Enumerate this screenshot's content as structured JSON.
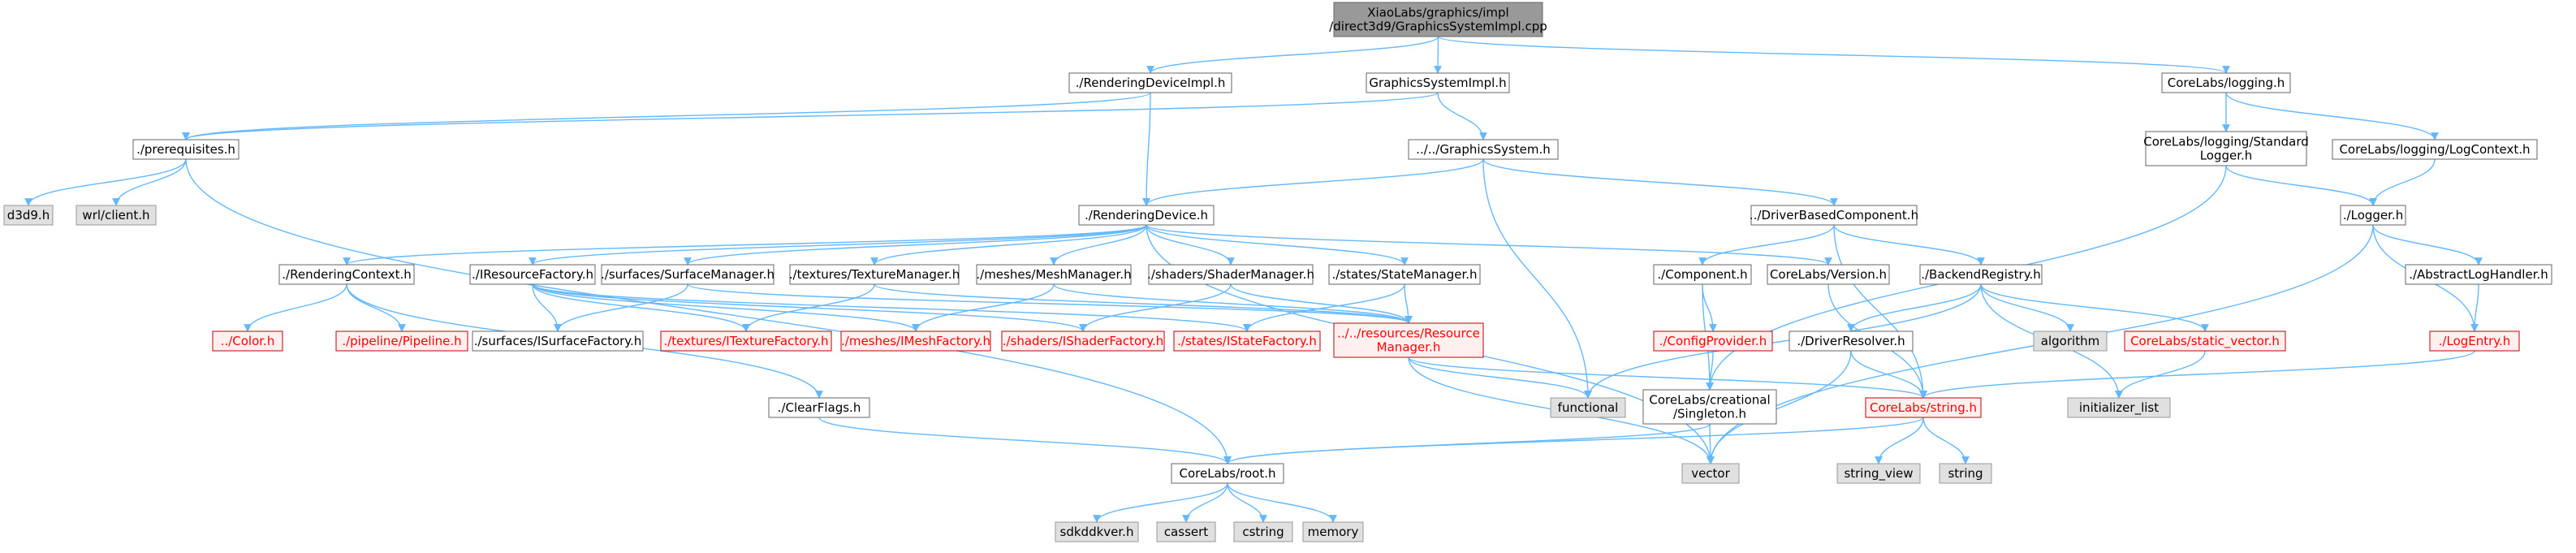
{
  "colors": {
    "edge": "#63b8ff",
    "root_fill": "#999999",
    "root_text": "#000000",
    "normal_fill": "#ffffff",
    "normal_stroke": "#666666",
    "normal_text": "#000000",
    "missing_fill": "#e0e0e0",
    "missing_stroke": "#999999",
    "missing_text": "#000000",
    "red_fill": "#fff0f0",
    "red_stroke": "#bf0000",
    "red_text": "#ff0000"
  },
  "nodes": {
    "root": {
      "lines": [
        "XiaoLabs/graphics/impl",
        "/direct3d9/GraphicsSystemImpl.cpp"
      ],
      "style": "root"
    },
    "rendering_device_impl": {
      "lines": [
        "./RenderingDeviceImpl.h"
      ],
      "style": "normal"
    },
    "graphics_system_impl": {
      "lines": [
        "GraphicsSystemImpl.h"
      ],
      "style": "normal"
    },
    "corelabs_logging": {
      "lines": [
        "CoreLabs/logging.h"
      ],
      "style": "normal"
    },
    "prerequisites": {
      "lines": [
        "./prerequisites.h"
      ],
      "style": "normal"
    },
    "graphics_system": {
      "lines": [
        "../../GraphicsSystem.h"
      ],
      "style": "normal"
    },
    "logging_standard_logger": {
      "lines": [
        "CoreLabs/logging/Standard",
        "Logger.h"
      ],
      "style": "normal"
    },
    "logging_log_context": {
      "lines": [
        "CoreLabs/logging/LogContext.h"
      ],
      "style": "normal"
    },
    "d3d9": {
      "lines": [
        "d3d9.h"
      ],
      "style": "missing"
    },
    "wrl_client": {
      "lines": [
        "wrl/client.h"
      ],
      "style": "missing"
    },
    "rendering_device": {
      "lines": [
        "./RenderingDevice.h"
      ],
      "style": "normal"
    },
    "driver_based_component": {
      "lines": [
        "../DriverBasedComponent.h"
      ],
      "style": "normal"
    },
    "logger": {
      "lines": [
        "./Logger.h"
      ],
      "style": "normal"
    },
    "rendering_context": {
      "lines": [
        "./RenderingContext.h"
      ],
      "style": "normal"
    },
    "iresource_factory": {
      "lines": [
        "./IResourceFactory.h"
      ],
      "style": "normal"
    },
    "surface_manager": {
      "lines": [
        "./surfaces/SurfaceManager.h"
      ],
      "style": "normal"
    },
    "texture_manager": {
      "lines": [
        "./textures/TextureManager.h"
      ],
      "style": "normal"
    },
    "mesh_manager": {
      "lines": [
        "./meshes/MeshManager.h"
      ],
      "style": "normal"
    },
    "shader_manager": {
      "lines": [
        "./shaders/ShaderManager.h"
      ],
      "style": "normal"
    },
    "state_manager": {
      "lines": [
        "./states/StateManager.h"
      ],
      "style": "normal"
    },
    "component": {
      "lines": [
        "./Component.h"
      ],
      "style": "normal"
    },
    "corelabs_version": {
      "lines": [
        "CoreLabs/Version.h"
      ],
      "style": "normal"
    },
    "backend_registry": {
      "lines": [
        "./BackendRegistry.h"
      ],
      "style": "normal"
    },
    "abstract_log_handler": {
      "lines": [
        "./AbstractLogHandler.h"
      ],
      "style": "normal"
    },
    "color": {
      "lines": [
        "../Color.h"
      ],
      "style": "red"
    },
    "pipeline": {
      "lines": [
        "./pipeline/Pipeline.h"
      ],
      "style": "red"
    },
    "isurface_factory": {
      "lines": [
        "./surfaces/ISurfaceFactory.h"
      ],
      "style": "normal"
    },
    "itexture_factory": {
      "lines": [
        "./textures/ITextureFactory.h"
      ],
      "style": "red"
    },
    "imesh_factory": {
      "lines": [
        "./meshes/IMeshFactory.h"
      ],
      "style": "red"
    },
    "ishader_factory": {
      "lines": [
        "./shaders/IShaderFactory.h"
      ],
      "style": "red"
    },
    "istate_factory": {
      "lines": [
        "./states/IStateFactory.h"
      ],
      "style": "red"
    },
    "resource_manager": {
      "lines": [
        "../../resources/Resource",
        "Manager.h"
      ],
      "style": "red"
    },
    "config_provider": {
      "lines": [
        "./ConfigProvider.h"
      ],
      "style": "red"
    },
    "driver_resolver": {
      "lines": [
        "./DriverResolver.h"
      ],
      "style": "normal"
    },
    "algorithm": {
      "lines": [
        "algorithm"
      ],
      "style": "missing"
    },
    "static_vector": {
      "lines": [
        "CoreLabs/static_vector.h"
      ],
      "style": "red"
    },
    "log_entry": {
      "lines": [
        "./LogEntry.h"
      ],
      "style": "red"
    },
    "clear_flags": {
      "lines": [
        "./ClearFlags.h"
      ],
      "style": "normal"
    },
    "functional": {
      "lines": [
        "functional"
      ],
      "style": "missing"
    },
    "creational_singleton": {
      "lines": [
        "CoreLabs/creational",
        "/Singleton.h"
      ],
      "style": "normal"
    },
    "corelabs_string": {
      "lines": [
        "CoreLabs/string.h"
      ],
      "style": "red"
    },
    "initializer_list": {
      "lines": [
        "initializer_list"
      ],
      "style": "missing"
    },
    "corelabs_root": {
      "lines": [
        "CoreLabs/root.h"
      ],
      "style": "normal"
    },
    "vector": {
      "lines": [
        "vector"
      ],
      "style": "missing"
    },
    "string_view": {
      "lines": [
        "string_view"
      ],
      "style": "missing"
    },
    "string": {
      "lines": [
        "string"
      ],
      "style": "missing"
    },
    "sdkddkver": {
      "lines": [
        "sdkddkver.h"
      ],
      "style": "missing"
    },
    "cassert": {
      "lines": [
        "cassert"
      ],
      "style": "missing"
    },
    "cstring": {
      "lines": [
        "cstring"
      ],
      "style": "missing"
    },
    "memory": {
      "lines": [
        "memory"
      ],
      "style": "missing"
    }
  },
  "edges": [
    [
      "root",
      "rendering_device_impl"
    ],
    [
      "root",
      "graphics_system_impl"
    ],
    [
      "root",
      "corelabs_logging"
    ],
    [
      "rendering_device_impl",
      "prerequisites"
    ],
    [
      "rendering_device_impl",
      "rendering_device"
    ],
    [
      "graphics_system_impl",
      "prerequisites"
    ],
    [
      "graphics_system_impl",
      "graphics_system"
    ],
    [
      "corelabs_logging",
      "logging_standard_logger"
    ],
    [
      "corelabs_logging",
      "logging_log_context"
    ],
    [
      "prerequisites",
      "d3d9"
    ],
    [
      "prerequisites",
      "wrl_client"
    ],
    [
      "prerequisites",
      "corelabs_root"
    ],
    [
      "graphics_system",
      "rendering_device"
    ],
    [
      "graphics_system",
      "driver_based_component"
    ],
    [
      "graphics_system",
      "functional"
    ],
    [
      "logging_standard_logger",
      "logger"
    ],
    [
      "logging_standard_logger",
      "creational_singleton"
    ],
    [
      "logging_log_context",
      "logger"
    ],
    [
      "logger",
      "abstract_log_handler"
    ],
    [
      "logger",
      "log_entry"
    ],
    [
      "logger",
      "vector"
    ],
    [
      "abstract_log_handler",
      "log_entry"
    ],
    [
      "log_entry",
      "corelabs_string"
    ],
    [
      "rendering_device",
      "rendering_context"
    ],
    [
      "rendering_device",
      "iresource_factory"
    ],
    [
      "rendering_device",
      "surface_manager"
    ],
    [
      "rendering_device",
      "texture_manager"
    ],
    [
      "rendering_device",
      "mesh_manager"
    ],
    [
      "rendering_device",
      "shader_manager"
    ],
    [
      "rendering_device",
      "state_manager"
    ],
    [
      "rendering_device",
      "corelabs_version"
    ],
    [
      "rendering_device",
      "vector"
    ],
    [
      "driver_based_component",
      "component"
    ],
    [
      "driver_based_component",
      "backend_registry"
    ],
    [
      "driver_based_component",
      "corelabs_string"
    ],
    [
      "rendering_context",
      "color"
    ],
    [
      "rendering_context",
      "pipeline"
    ],
    [
      "rendering_context",
      "clear_flags"
    ],
    [
      "iresource_factory",
      "isurface_factory"
    ],
    [
      "iresource_factory",
      "itexture_factory"
    ],
    [
      "iresource_factory",
      "imesh_factory"
    ],
    [
      "iresource_factory",
      "ishader_factory"
    ],
    [
      "iresource_factory",
      "istate_factory"
    ],
    [
      "surface_manager",
      "isurface_factory"
    ],
    [
      "surface_manager",
      "resource_manager"
    ],
    [
      "texture_manager",
      "itexture_factory"
    ],
    [
      "texture_manager",
      "resource_manager"
    ],
    [
      "mesh_manager",
      "imesh_factory"
    ],
    [
      "mesh_manager",
      "resource_manager"
    ],
    [
      "shader_manager",
      "ishader_factory"
    ],
    [
      "shader_manager",
      "resource_manager"
    ],
    [
      "state_manager",
      "istate_factory"
    ],
    [
      "state_manager",
      "resource_manager"
    ],
    [
      "resource_manager",
      "functional"
    ],
    [
      "resource_manager",
      "corelabs_string"
    ],
    [
      "resource_manager",
      "vector"
    ],
    [
      "component",
      "config_provider"
    ],
    [
      "component",
      "creational_singleton"
    ],
    [
      "config_provider",
      "creational_singleton"
    ],
    [
      "corelabs_version",
      "corelabs_string"
    ],
    [
      "backend_registry",
      "functional"
    ],
    [
      "backend_registry",
      "driver_resolver"
    ],
    [
      "backend_registry",
      "algorithm"
    ],
    [
      "backend_registry",
      "static_vector"
    ],
    [
      "backend_registry",
      "initializer_list"
    ],
    [
      "driver_resolver",
      "corelabs_string"
    ],
    [
      "driver_resolver",
      "vector"
    ],
    [
      "static_vector",
      "initializer_list"
    ],
    [
      "clear_flags",
      "corelabs_root"
    ],
    [
      "creational_singleton",
      "corelabs_root"
    ],
    [
      "creational_singleton",
      "vector"
    ],
    [
      "corelabs_string",
      "corelabs_root"
    ],
    [
      "corelabs_string",
      "string_view"
    ],
    [
      "corelabs_string",
      "string"
    ],
    [
      "corelabs_root",
      "sdkddkver"
    ],
    [
      "corelabs_root",
      "cassert"
    ],
    [
      "corelabs_root",
      "cstring"
    ],
    [
      "corelabs_root",
      "memory"
    ]
  ]
}
